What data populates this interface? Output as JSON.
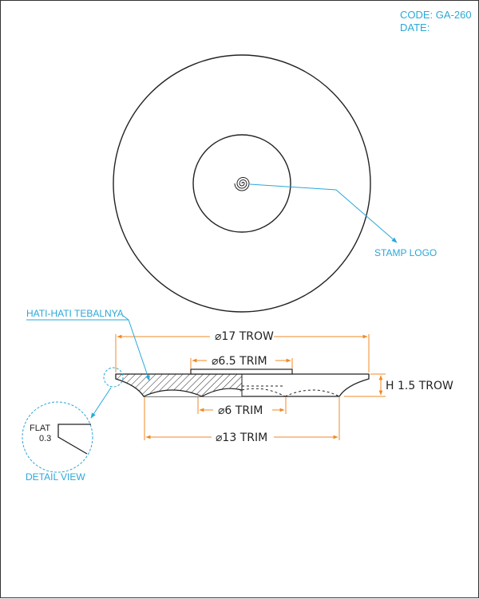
{
  "title_block": {
    "code": "CODE: GA-260",
    "date": "DATE:"
  },
  "callouts": {
    "stamp_logo": "STAMP LOGO",
    "thickness_warning": "HATI-HATI TEBALNYA",
    "detail_view": "DETAIL VIEW"
  },
  "dimensions": {
    "outer_diameter": "⌀17 TROW",
    "inner_top_diameter": "⌀6.5 TRIM",
    "inner_bottom_diameter": "⌀6 TRIM",
    "base_diameter": "⌀13 TRIM",
    "height": "H 1.5 TROW"
  },
  "detail": {
    "flat_label": "FLAT",
    "flat_value": "0.3"
  },
  "colors": {
    "accent": "#29a8d8",
    "dimension": "#f08a24",
    "line": "#222222"
  }
}
